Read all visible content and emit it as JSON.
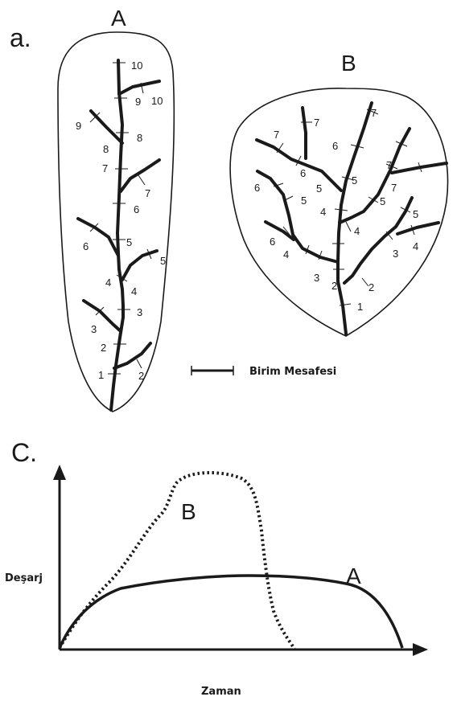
{
  "panel_a": {
    "letter": "a.",
    "basin_a_label": "A",
    "basin_b_label": "B",
    "basin_a_orders": [
      "1",
      "2",
      "2",
      "3",
      "3",
      "4",
      "4",
      "5",
      "5",
      "6",
      "6",
      "7",
      "7",
      "8",
      "8",
      "9",
      "9",
      "10",
      "10"
    ],
    "basin_b_orders": [
      "1",
      "2",
      "2",
      "3",
      "3",
      "4",
      "4",
      "4",
      "4",
      "5",
      "5",
      "5",
      "5",
      "5",
      "6",
      "6",
      "6",
      "6",
      "7",
      "7",
      "7",
      "7",
      "7"
    ],
    "scale_label": "Birim Mesafesi"
  },
  "panel_c": {
    "letter": "C.",
    "y_label": "Deşarj",
    "x_label": "Zaman",
    "curve_a_label": "A",
    "curve_b_label": "B"
  }
}
